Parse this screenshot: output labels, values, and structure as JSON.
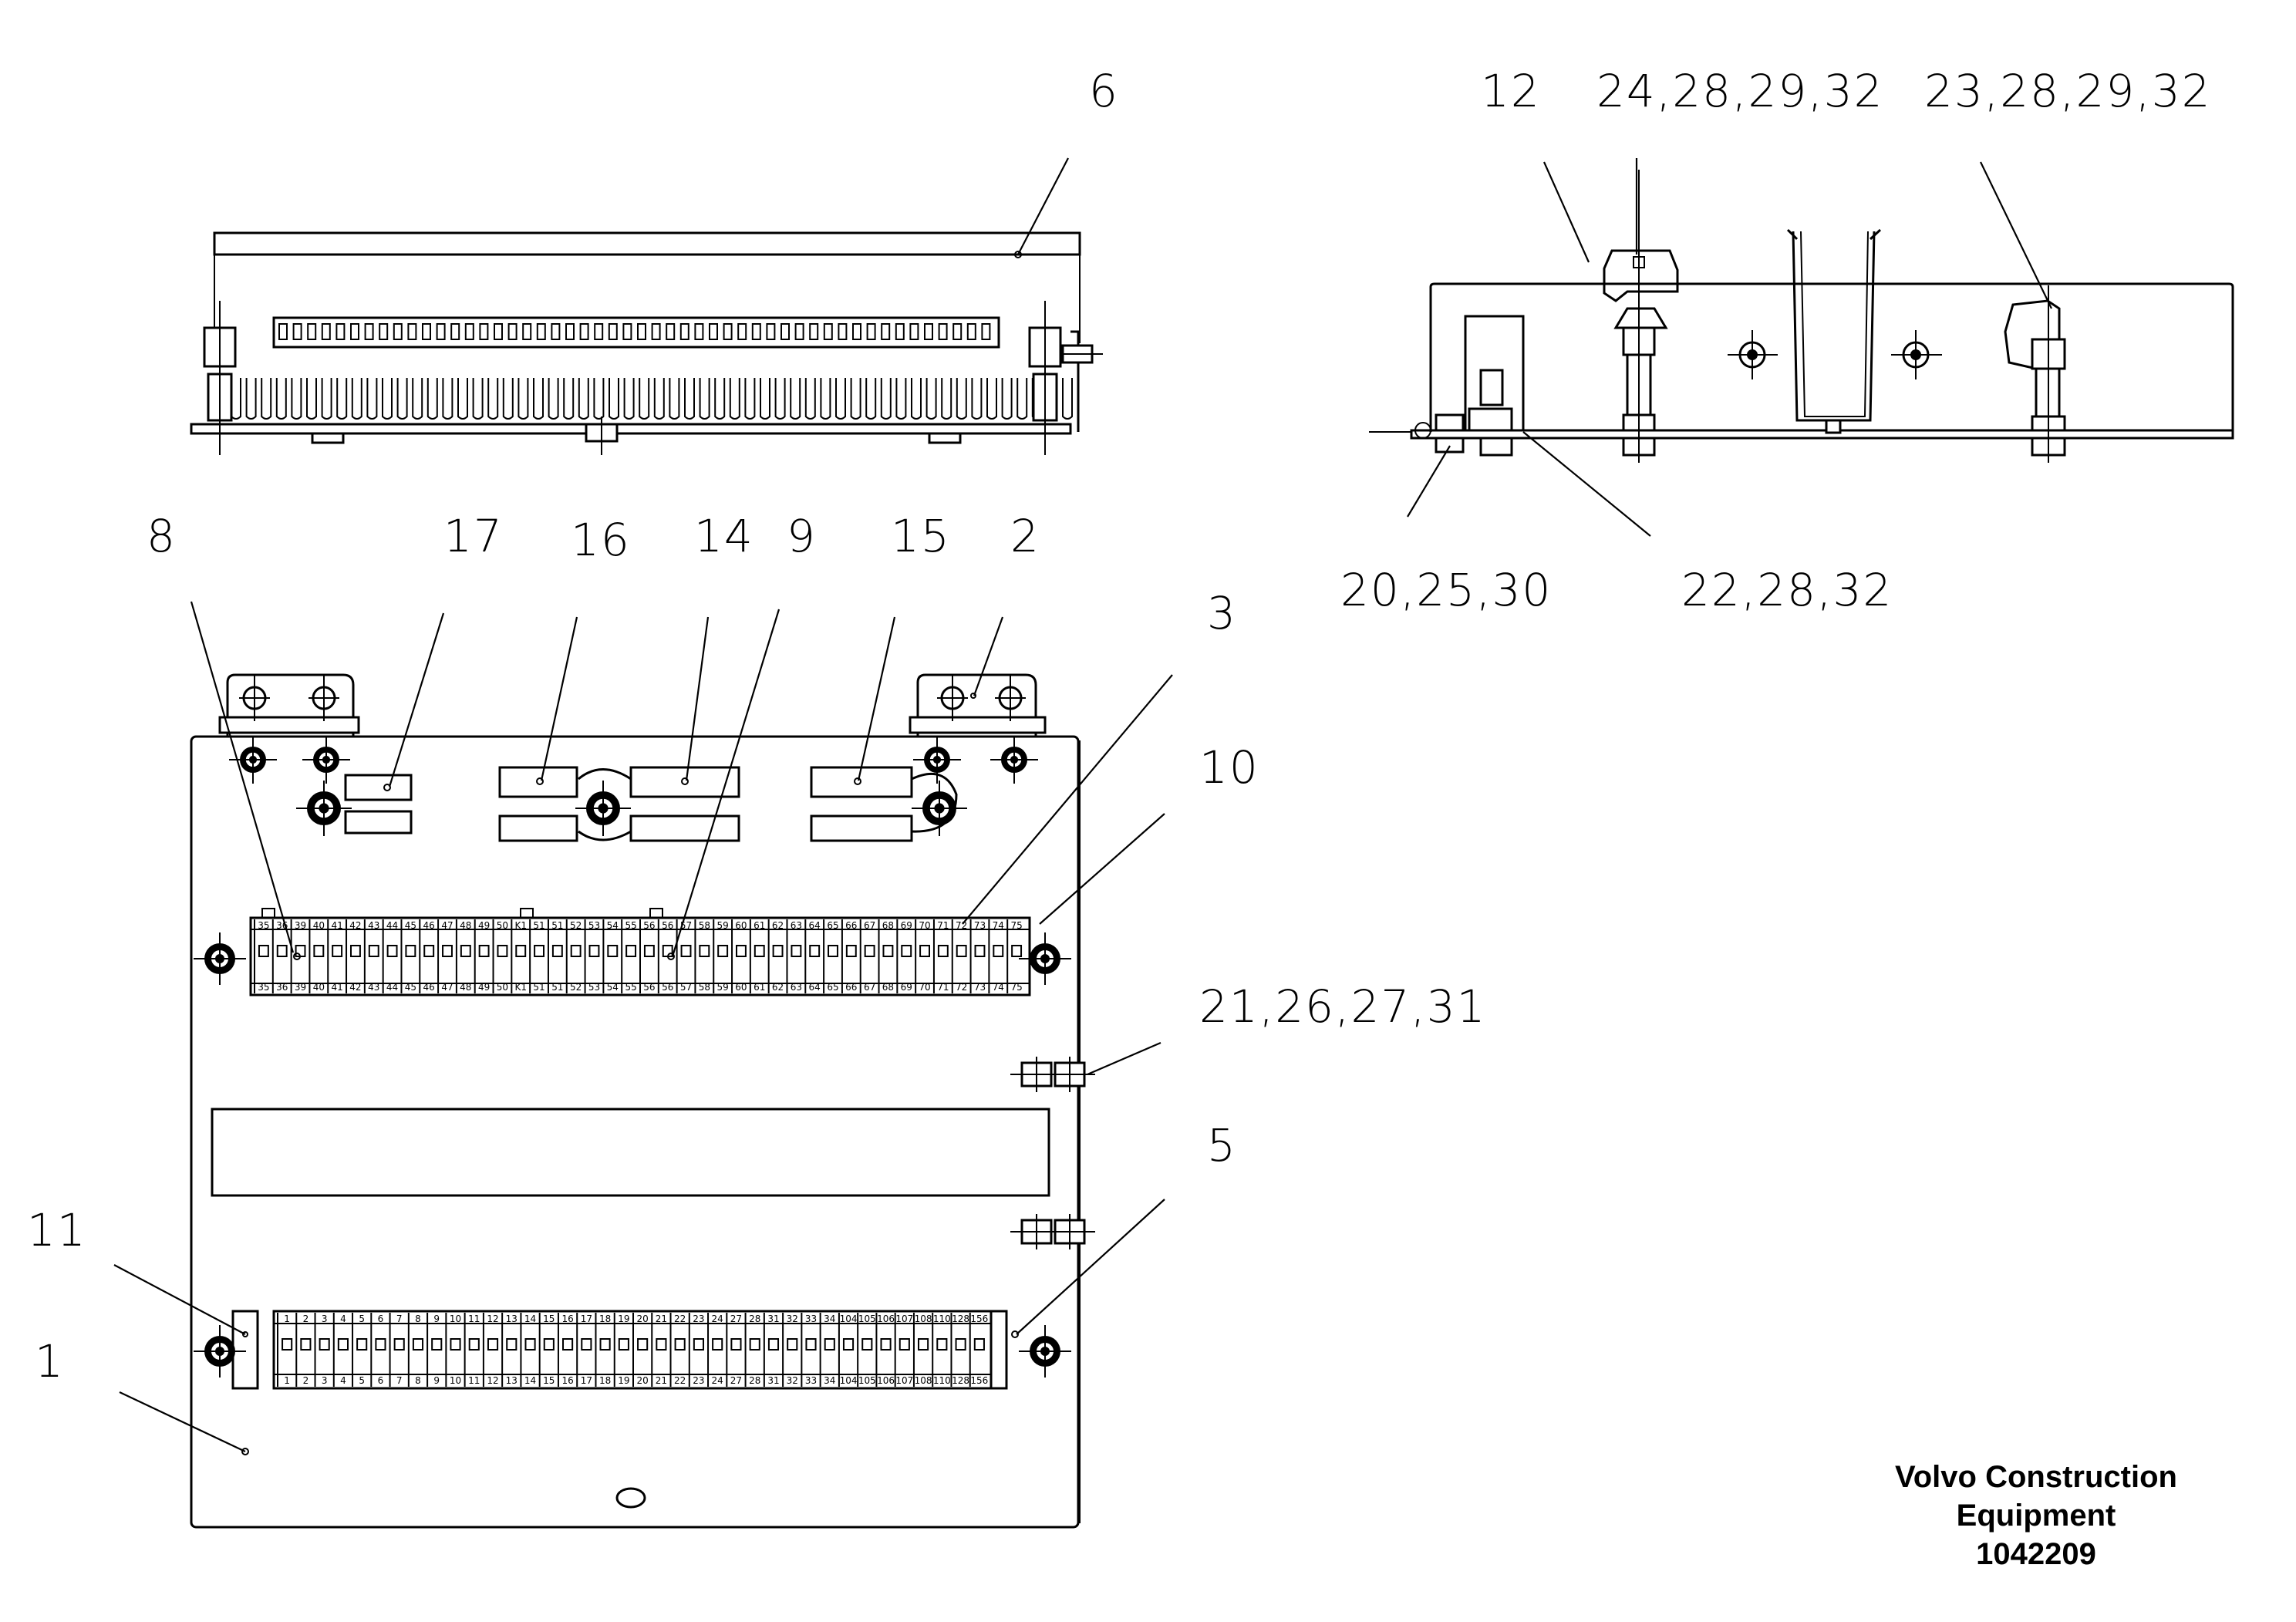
{
  "callouts": {
    "top_left": [
      "6"
    ],
    "top_right": [
      "12",
      "24,28,29,32",
      "23,28,29,32",
      "20,25,30",
      "22,28,32"
    ],
    "main": [
      "8",
      "17",
      "16",
      "14",
      "9",
      "15",
      "2",
      "3",
      "10",
      "21,26,27,31",
      "5",
      "11",
      "1"
    ]
  },
  "terminal_strips": {
    "upper": [
      "35",
      "36",
      "39",
      "40",
      "41",
      "42",
      "43",
      "44",
      "45",
      "46",
      "47",
      "48",
      "49",
      "50",
      "K1",
      "51",
      "51",
      "52",
      "53",
      "54",
      "55",
      "56",
      "56",
      "57",
      "58",
      "59",
      "60",
      "61",
      "62",
      "63",
      "64",
      "65",
      "66",
      "67",
      "68",
      "69",
      "70",
      "71",
      "72",
      "73",
      "74",
      "75"
    ],
    "lower": [
      "1",
      "2",
      "3",
      "4",
      "5",
      "6",
      "7",
      "8",
      "9",
      "10",
      "11",
      "12",
      "13",
      "14",
      "15",
      "16",
      "17",
      "18",
      "19",
      "20",
      "21",
      "22",
      "23",
      "24",
      "27",
      "28",
      "31",
      "32",
      "33",
      "34",
      "104",
      "105",
      "106",
      "107",
      "108",
      "110",
      "128",
      "156"
    ]
  },
  "footer": {
    "line1": "Volvo Construction",
    "line2": "Equipment",
    "part_number": "1042209"
  }
}
